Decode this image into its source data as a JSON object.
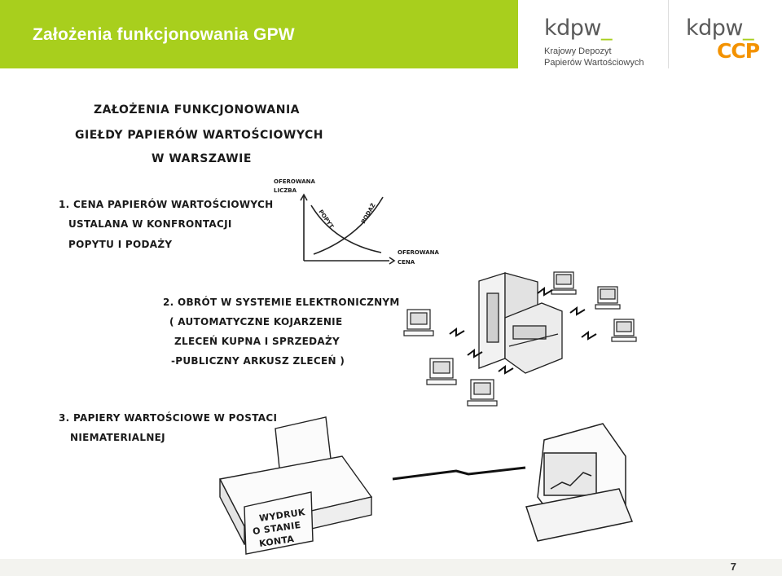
{
  "header": {
    "title": "Założenia funkcjonowania GPW",
    "bar_color": "#a8cf1d"
  },
  "logos": {
    "kdpw": {
      "word": "kdpw",
      "line1": "Krajowy Depozyt",
      "line2": "Papierów Wartościowych"
    },
    "kdpw_ccp": {
      "word": "kdpw",
      "suffix": "CCP",
      "suffix_color": "#f39200"
    }
  },
  "illustration": {
    "title_lines": [
      "ZAŁOŻENIA FUNKCJONOWANIA",
      "GIEŁDY PAPIERÓW WARTOŚCIOWYCH",
      "W WARSZAWIE"
    ],
    "point1": [
      "1. CENA PAPIERÓW WARTOŚCIOWYCH",
      "USTALANA W KONFRONTACJI",
      "POPYTU I PODAŻY"
    ],
    "graph": {
      "y_label_1": "OFEROWANA",
      "y_label_2": "LICZBA",
      "x_label_1": "OFEROWANA",
      "x_label_2": "CENA",
      "curve_demand": "POPYT",
      "curve_supply": "PODAŻ"
    },
    "point2": [
      "2. OBRÓT W SYSTEMIE ELEKTRONICZNYM",
      "( AUTOMATYCZNE KOJARZENIE",
      "ZLECEŃ KUPNA I SPRZEDAŻY",
      "-PUBLICZNY ARKUSZ ZLECEŃ )"
    ],
    "point3": [
      "3. PAPIERY WARTOŚCIOWE W POSTACI",
      "NIEMATERIALNEJ"
    ],
    "printout": [
      "WYDRUK",
      "O STANIE",
      "KONTA"
    ]
  },
  "footer": {
    "page_number": "7"
  }
}
